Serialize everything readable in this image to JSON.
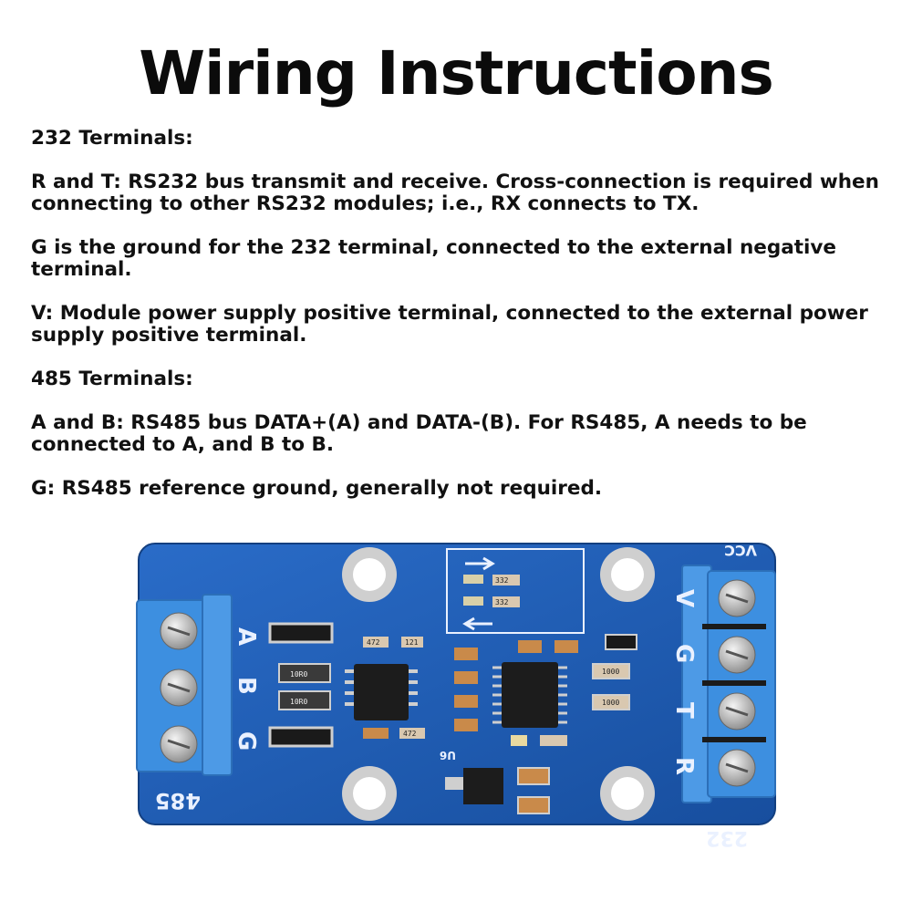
{
  "title": "Wiring Instructions",
  "paragraphs": [
    "232 Terminals:",
    "R and T: RS232 bus transmit and receive. Cross-connection is required when connecting to other RS232 modules; i.e., RX connects to TX.",
    "G is the ground for the 232 terminal, connected to the external negative terminal.",
    "V: Module power supply positive terminal, connected to the external power supply positive terminal.",
    "485 Terminals:",
    "A and B: RS485 bus DATA+(A) and DATA-(B). For RS485, A needs to be connected to A, and B to B.",
    "G: RS485 reference ground, generally not required."
  ],
  "board": {
    "label_485": "485",
    "label_232": "232",
    "label_vcc": "VCC",
    "left_pins": [
      "A",
      "B",
      "G"
    ],
    "right_pins": [
      "V",
      "G",
      "T",
      "R"
    ],
    "resistors": [
      "10R0",
      "10R0",
      "1000",
      "1000",
      "472",
      "472",
      "121",
      "332",
      "332"
    ],
    "u6": "U6",
    "colors": {
      "pcb": "#1f5fb8",
      "terminal": "#3d8fe0",
      "text": "#111111"
    }
  }
}
